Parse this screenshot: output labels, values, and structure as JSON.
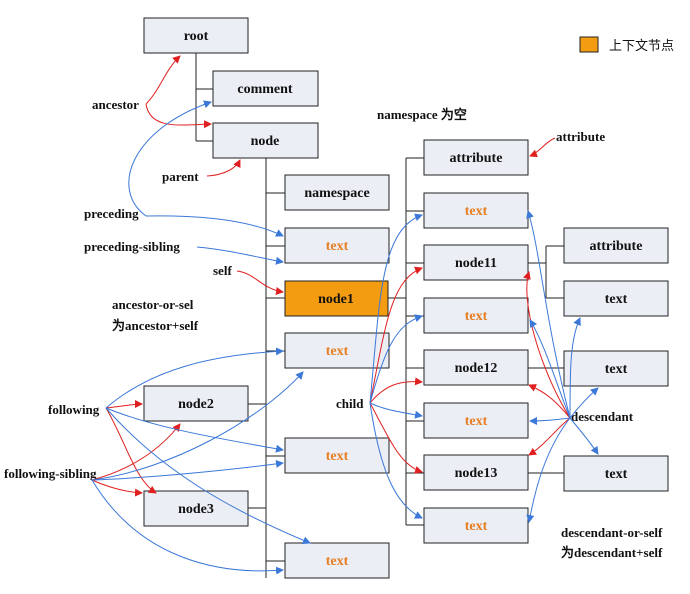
{
  "legend": {
    "label": "上下文节点",
    "color": "#f39c12"
  },
  "nodes": {
    "root": "root",
    "comment": "comment",
    "node": "node",
    "namespace": "namespace",
    "text_a": "text",
    "node1": "node1",
    "text_b": "text",
    "node2": "node2",
    "text_c": "text",
    "node3": "node3",
    "text_d": "text",
    "attribute": "attribute",
    "text_e": "text",
    "node11": "node11",
    "text_f": "text",
    "node12": "node12",
    "text_g": "text",
    "node13": "node13",
    "text_h": "text",
    "attribute_2": "attribute",
    "text_i": "text",
    "text_j": "text",
    "text_k": "text"
  },
  "labels": {
    "ancestor": "ancestor",
    "parent": "parent",
    "preceding": "preceding",
    "preceding_sibling": "preceding-sibling",
    "self": "self",
    "ancestor_or_self_1": "ancestor-or-sel",
    "ancestor_or_self_2": "为ancestor+self",
    "following": "following",
    "following_sibling": "following-sibling",
    "child": "child",
    "descendant": "descendant",
    "descendant_or_self_1": "descendant-or-self",
    "descendant_or_self_2": "为descendant+self",
    "namespace_note": "namespace 为空",
    "attribute_axis": "attribute"
  },
  "colors": {
    "red_arrow": "#e02020",
    "blue_arrow": "#3b78d8",
    "text_node": "#e67e22",
    "box_fill": "#eceef5"
  }
}
